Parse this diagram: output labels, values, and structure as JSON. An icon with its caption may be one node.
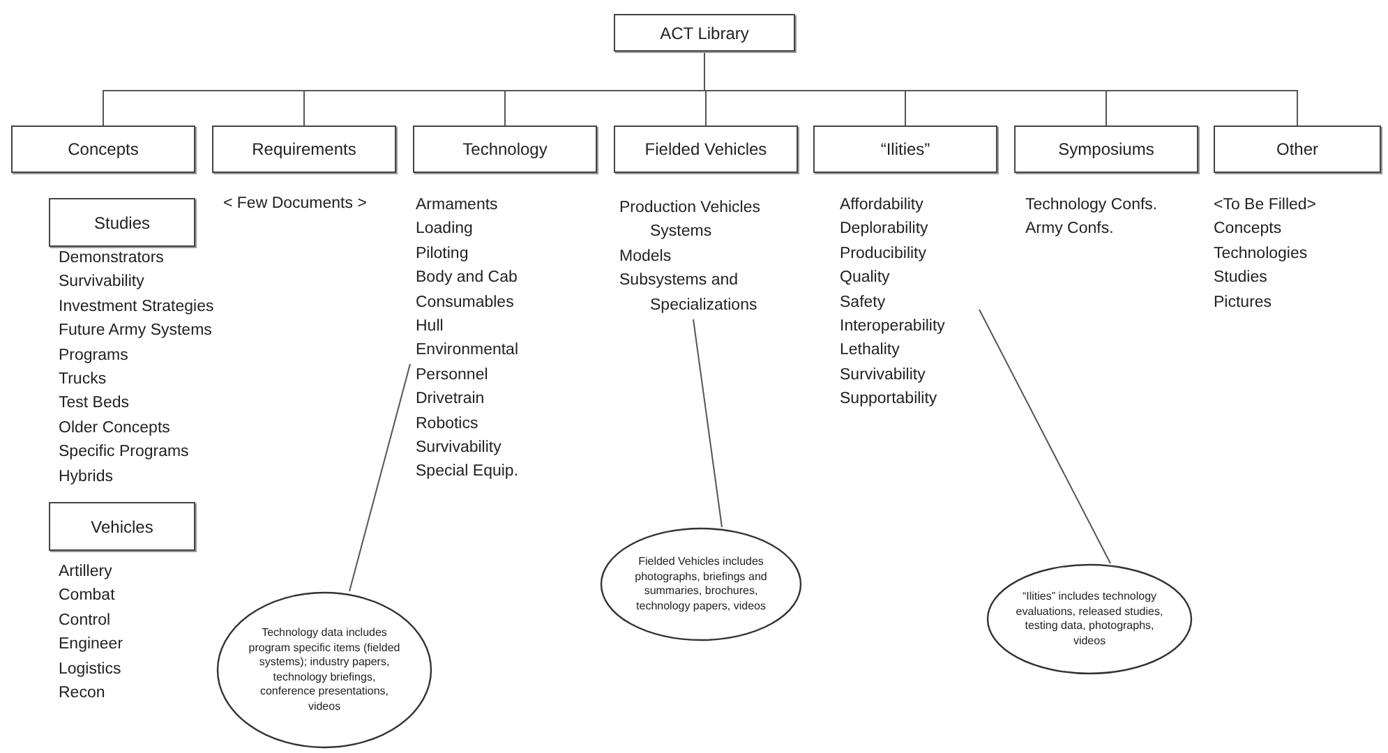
{
  "diagram": {
    "nodes": [
      {
        "text": [
          "ACT Library"
        ]
      },
      {
        "text": [
          "Concepts"
        ]
      },
      {
        "text": [
          "Requirements"
        ]
      },
      {
        "text": [
          "Technology"
        ]
      },
      {
        "text": [
          "Fielded Vehicles"
        ]
      },
      {
        "text": [
          "“Ilities”"
        ]
      },
      {
        "text": [
          "Symposiums"
        ]
      },
      {
        "text": [
          "Other"
        ]
      },
      {
        "text": [
          "Studies"
        ]
      },
      {
        "text": [
          "Vehicles"
        ]
      },
      {
        "text": [
          "Armaments",
          "Loading",
          "Piloting",
          "Body and Cab",
          "Consumables",
          "Hull",
          "Environmental",
          "Personnel",
          "Drivetrain",
          "Robotics",
          "Survivability",
          "Special Equip."
        ]
      },
      {
        "text": [
          "Production Vehicles Systems",
          "Models",
          "Subsystems and Specializations"
        ]
      },
      {
        "text": [
          "Affordability",
          "Deplorability",
          "Producibility",
          "Quality",
          "Safety",
          "Interoperability",
          "Lethality",
          "Survivability",
          "Supportability"
        ]
      },
      {
        "text": [
          "Technology data includes program specific items (fielded systems); industry papers, technology briefings, conference presentations, videos"
        ]
      },
      {
        "text": [
          "Fielded Vehicles includes photographs, briefings and summaries, brochures, technology papers, videos"
        ]
      },
      {
        "text": [
          "“Ilities” includes technology evaluations, released studies, testing data, photographs, videos"
        ]
      }
    ],
    "edges": [
      {
        "from": 0,
        "to": 1,
        "arrow": "none"
      },
      {
        "from": 0,
        "to": 2,
        "arrow": "none"
      },
      {
        "from": 0,
        "to": 3,
        "arrow": "none"
      },
      {
        "from": 0,
        "to": 4,
        "arrow": "none"
      },
      {
        "from": 0,
        "to": 5,
        "arrow": "none"
      },
      {
        "from": 0,
        "to": 6,
        "arrow": "none"
      },
      {
        "from": 0,
        "to": 7,
        "arrow": "none"
      },
      {
        "from": 13,
        "to": 10,
        "arrow": "none"
      },
      {
        "from": 14,
        "to": 11,
        "arrow": "none"
      },
      {
        "from": 15,
        "to": 12,
        "arrow": "none"
      }
    ],
    "labels": [
      "Demonstrators",
      "Survivability",
      "Investment Strategies",
      "Future Army Systems",
      "Programs",
      "Trucks",
      "Test Beds",
      "Older Concepts",
      "Specific Programs",
      "Hybrids",
      "Artillery",
      "Combat",
      "Control",
      "Engineer",
      "Logistics",
      "Recon",
      "< Few Documents >",
      "Technology Confs.",
      "Army Confs.",
      "<To Be Filled>",
      "Concepts",
      "Technologies",
      "Studies",
      "Pictures"
    ]
  }
}
